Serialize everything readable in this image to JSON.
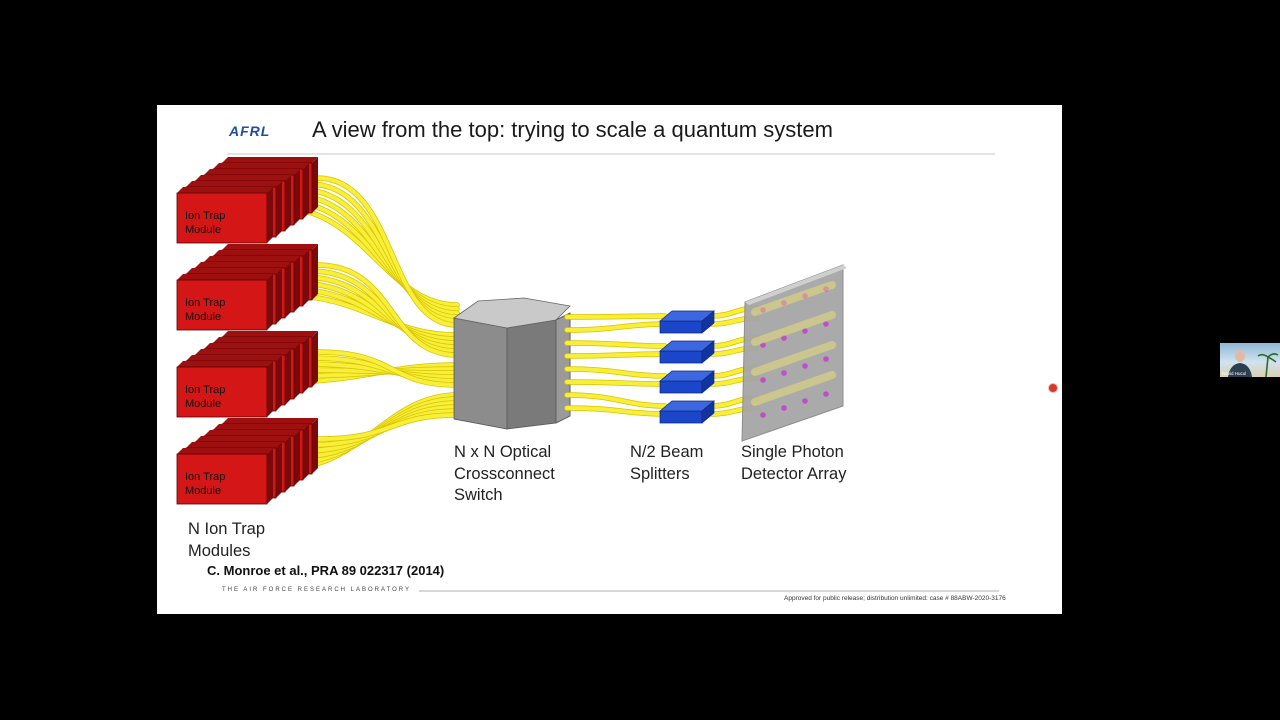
{
  "slide": {
    "logo": "AFRL",
    "title": "A view from the top: trying to scale a quantum system",
    "module_label_line1": "Ion Trap",
    "module_label_line2": "Module",
    "caption_modules_line1": "N  Ion Trap",
    "caption_modules_line2": "Modules",
    "caption_switch_line1": "N x N Optical",
    "caption_switch_line2": "Crossconnect",
    "caption_switch_line3": "Switch",
    "caption_splitters_line1": "N/2 Beam",
    "caption_splitters_line2": "Splitters",
    "caption_detector_line1": "Single Photon",
    "caption_detector_line2": "Detector Array",
    "citation": "C. Monroe et al., PRA 89 022317 (2014)",
    "footer_left": "THE AIR FORCE RESEARCH LABORATORY",
    "footer_right": "Approved for public release; distribution unlimited: case # 88ABW-2020-3176"
  },
  "webcam": {
    "participant_name": "David Hucul"
  },
  "colors": {
    "background": "#000000",
    "slide": "#ffffff",
    "module_red": "#d41616",
    "fiber_yellow": "#f7ef3a",
    "switch_gray": "#8a8a8a",
    "splitter_blue": "#1b46c9",
    "detector_gray": "#a6a6a6",
    "detector_pixel": "#c04ec8",
    "logo_blue": "#1f4e9c",
    "recording_dot": "#d43a2b"
  }
}
